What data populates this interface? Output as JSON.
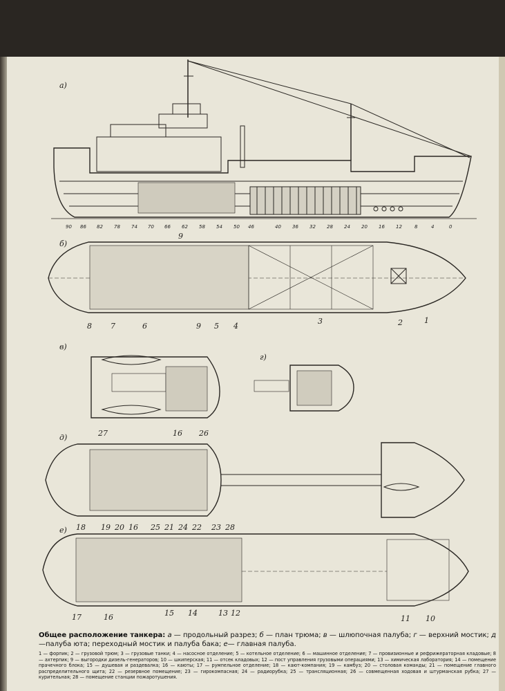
{
  "figure": {
    "panel_labels": {
      "a": "а)",
      "b": "б)",
      "v": "в)",
      "g": "г)",
      "d": "д)",
      "e": "е)"
    },
    "frame_numbers": [
      "90",
      "86",
      "82",
      "78",
      "74",
      "70",
      "66",
      "62",
      "58",
      "54",
      "50",
      "46",
      "40",
      "36",
      "32",
      "28",
      "24",
      "20",
      "16",
      "12",
      "8",
      "4",
      "0"
    ],
    "hold_plan_callouts": [
      "9",
      "8",
      "7",
      "6",
      "9",
      "5",
      "4",
      "3",
      "2",
      "1"
    ],
    "boat_deck_callouts": [
      "26"
    ],
    "poop_deck_callouts": [
      "27",
      "16"
    ],
    "main_deck_callouts_top": [
      "18",
      "19",
      "20",
      "16",
      "25",
      "21",
      "24",
      "22",
      "23",
      "28"
    ],
    "main_deck_callouts_bottom": [
      "17",
      "16",
      "15",
      "14",
      "13",
      "12",
      "11",
      "10"
    ]
  },
  "caption": {
    "title": "Общее расположение танкера:",
    "parts": [
      {
        "key": "а",
        "text": " — продольный разрез; "
      },
      {
        "key": "б",
        "text": " — план трюма; "
      },
      {
        "key": "в",
        "text": " — шлюпочная палуба; "
      },
      {
        "key": "г",
        "text": " — верхний мостик; "
      },
      {
        "key": "д",
        "text": "—палуба юта; переходный мостик и палуба бака; "
      },
      {
        "key": "е",
        "text": "— главная палуба."
      }
    ]
  },
  "legend": "1 — форпик; 2 — грузовой трюм; 3 — грузовые танки; 4 — насосное отделение; 5 — котельное отделение; 6 — машинное отделение; 7 — провизионные и рефрижераторная кладовые; 8 — ахтерпик; 9 — выгородки дизель-генераторов; 10 — шкиперская; 11 — отсек кладовых; 12 — пост управления грузовыми операциями; 13 — химическая лаборатория; 14 — помещение прачечного блока; 15 — душевая и раздевалка; 16 — каюты; 17 — румпельное отделение; 18 — кают-компания; 19 — камбуз; 20 — столовая команды; 21 — помещение главного распределительного щита; 22 — резервное помещение; 23 — гирокомпасная; 24 — радиорубка; 25 — трансляционная; 26 — совмещенная ходовая и штурманская рубка; 27 — курительная; 28 — помещение станции пожаротушения."
}
